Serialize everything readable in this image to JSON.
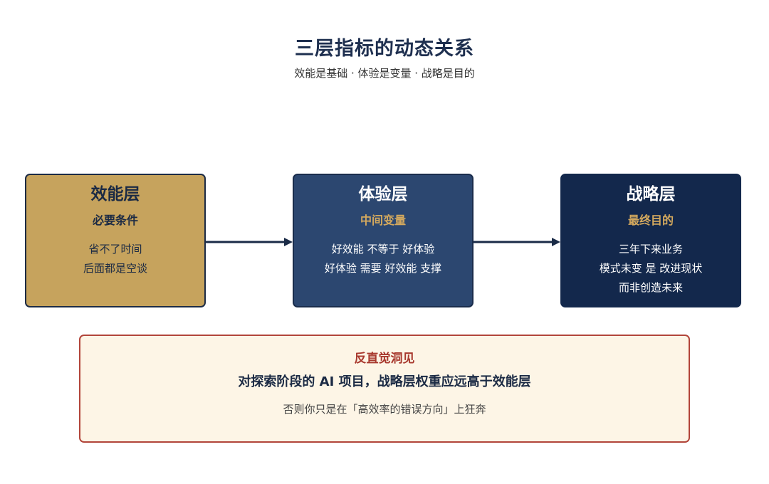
{
  "header": {
    "title": "三层指标的动态关系",
    "subtitle": "效能是基础 · 体验是变量 · 战略是目的"
  },
  "layers": [
    {
      "name": "效能层",
      "role": "必要条件",
      "lines": [
        "省不了时间",
        "后面都是空谈"
      ]
    },
    {
      "name": "体验层",
      "role": "中间变量",
      "lines": [
        "好效能 不等于 好体验",
        "好体验 需要 好效能 支撑"
      ]
    },
    {
      "name": "战略层",
      "role": "最终目的",
      "lines": [
        "三年下来业务",
        "模式未变 是 改进现状",
        "而非创造未来"
      ]
    }
  ],
  "insight": {
    "heading": "反直觉洞见",
    "main": "对探索阶段的 AI 项目，战略层权重应远高于效能层",
    "note": "否则你只是在「高效率的错误方向」上狂奔"
  },
  "colors": {
    "efficiency_box": "#c6a35d",
    "experience_box": "#2c4770",
    "strategy_box": "#13284c",
    "accent_gold": "#d4a95e",
    "insight_border": "#b2453a",
    "insight_bg": "#fdf5e6"
  }
}
